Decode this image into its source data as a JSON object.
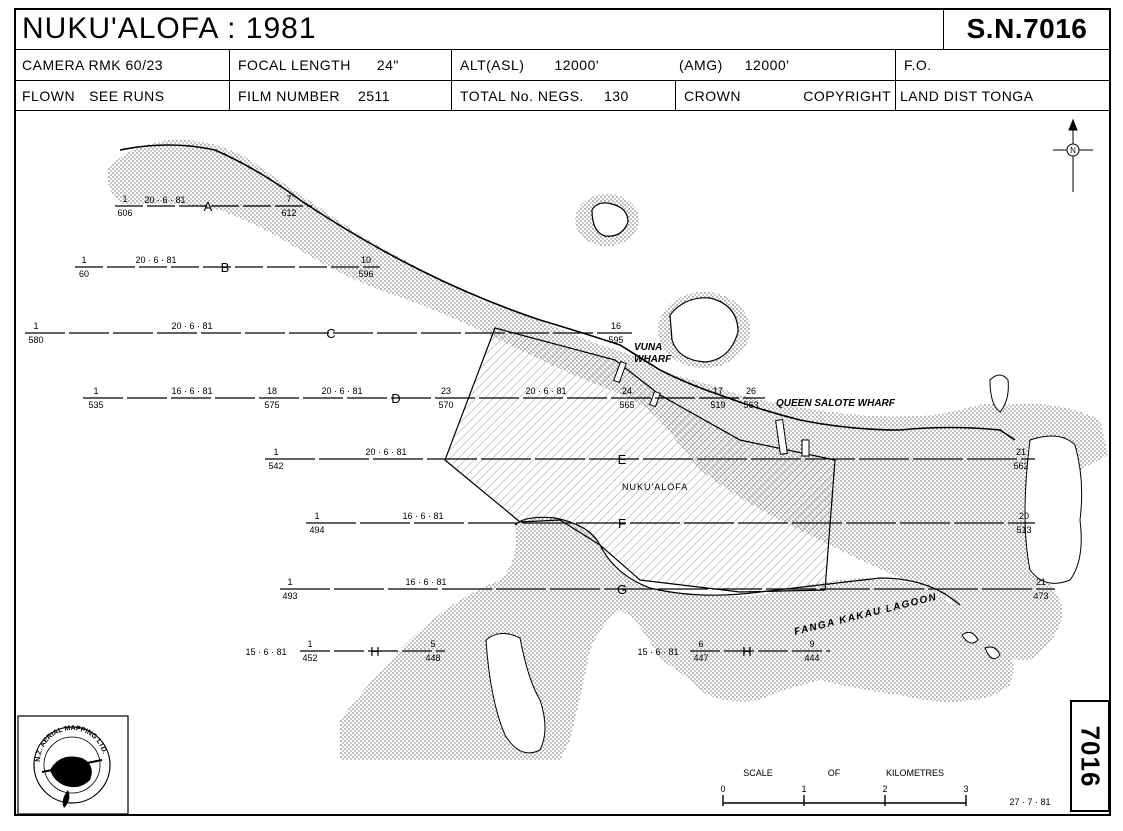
{
  "header": {
    "title": "NUKU'ALOFA : 1981",
    "sheet_number": "S.N.7016",
    "row1": {
      "camera": "CAMERA  RMK 60/23",
      "focal_length_label": "FOCAL LENGTH",
      "focal_length_value": "24\"",
      "alt_asl_label": "ALT(ASL)",
      "alt_asl_value": "12000'",
      "amg_label": "(AMG)",
      "amg_value": "12000'",
      "fo_label": "F.O."
    },
    "row2": {
      "flown_label": "FLOWN",
      "flown_value": "SEE RUNS",
      "film_label": "FILM NUMBER",
      "film_value": "2511",
      "negs_label": "TOTAL No. NEGS.",
      "negs_value": "130",
      "crown": "CROWN",
      "copyright": "COPYRIGHT",
      "land_dist": "LAND DIST  TONGA"
    }
  },
  "map": {
    "north_label": "N",
    "place_labels": {
      "vuna": "VUNA",
      "wharf": "WHARF",
      "queen_salote": "QUEEN SALOTE WHARF",
      "nukualofa": "NUKU'ALOFA",
      "lagoon": "FANGA KAKAU LAGOON"
    },
    "runs": [
      {
        "id": "A",
        "date": "20 · 6 · 81",
        "start": "606",
        "start_top": "1",
        "end": "612",
        "end_top": "7"
      },
      {
        "id": "B",
        "date": "20 · 6 · 81",
        "start": "60",
        "start_top": "1",
        "end": "596",
        "end_top": "10"
      },
      {
        "id": "C",
        "date": "20 · 6 · 81",
        "start": "580",
        "start_top": "1",
        "end": "595",
        "end_top": "16"
      },
      {
        "id": "D",
        "date1": "16 · 6 · 81",
        "date2": "20 · 6 · 81",
        "date3": "20 · 6 · 81",
        "f1": "535",
        "f1_top": "1",
        "f2": "575",
        "f2_top": "18",
        "f3": "570",
        "f3_top": "23",
        "f4": "565",
        "f4_top": "24",
        "f5": "519",
        "f5_top": "17",
        "f6": "563",
        "f6_top": "26"
      },
      {
        "id": "E",
        "date": "20 · 6 · 81",
        "start": "542",
        "start_top": "1",
        "end": "562",
        "end_top": "21"
      },
      {
        "id": "F",
        "date": "16 · 6 · 81",
        "start": "494",
        "start_top": "1",
        "end": "513",
        "end_top": "20"
      },
      {
        "id": "G",
        "date": "16 · 6 · 81",
        "start": "493",
        "start_top": "1",
        "end": "473",
        "end_top": "21"
      },
      {
        "id": "H",
        "date1": "15 · 6 · 81",
        "date2": "15 · 6 · 81",
        "f1": "452",
        "f1_top": "1",
        "f2": "448",
        "f2_top": "5",
        "f3": "447",
        "f3_top": "6",
        "f4": "444",
        "f4_top": "9"
      }
    ],
    "scale": {
      "label1": "SCALE",
      "label2": "OF",
      "label3": "KILOMETRES",
      "ticks": [
        "0",
        "1",
        "2",
        "3"
      ]
    },
    "date_stamp": "27 · 7 · 81",
    "logo_text": "N.Z. AERIAL MAPPING LTD.",
    "vertical_number": "7016"
  }
}
